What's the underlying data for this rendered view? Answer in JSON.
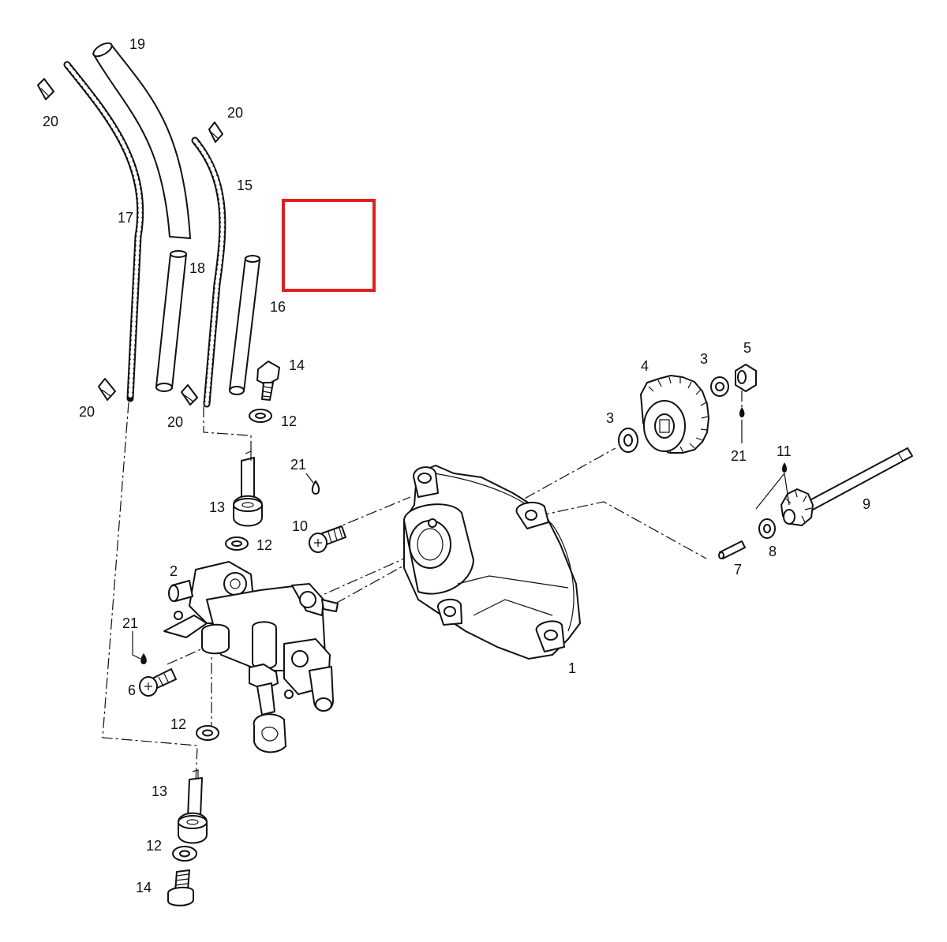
{
  "diagram": {
    "parts": [
      {
        "key": "p1",
        "number": "1"
      },
      {
        "key": "p2",
        "number": "2"
      },
      {
        "key": "p3a",
        "number": "3"
      },
      {
        "key": "p3b",
        "number": "3"
      },
      {
        "key": "p4",
        "number": "4"
      },
      {
        "key": "p5",
        "number": "5"
      },
      {
        "key": "p6",
        "number": "6"
      },
      {
        "key": "p7",
        "number": "7"
      },
      {
        "key": "p8",
        "number": "8"
      },
      {
        "key": "p9",
        "number": "9"
      },
      {
        "key": "p10",
        "number": "10"
      },
      {
        "key": "p11",
        "number": "11"
      },
      {
        "key": "p12a",
        "number": "12"
      },
      {
        "key": "p12b",
        "number": "12"
      },
      {
        "key": "p12c",
        "number": "12"
      },
      {
        "key": "p12d",
        "number": "12"
      },
      {
        "key": "p13a",
        "number": "13"
      },
      {
        "key": "p13b",
        "number": "13"
      },
      {
        "key": "p14a",
        "number": "14"
      },
      {
        "key": "p14b",
        "number": "14"
      },
      {
        "key": "p15",
        "number": "15"
      },
      {
        "key": "p16",
        "number": "16"
      },
      {
        "key": "p17",
        "number": "17"
      },
      {
        "key": "p18",
        "number": "18"
      },
      {
        "key": "p19",
        "number": "19"
      },
      {
        "key": "p20a",
        "number": "20"
      },
      {
        "key": "p20b",
        "number": "20"
      },
      {
        "key": "p20c",
        "number": "20"
      },
      {
        "key": "p20d",
        "number": "20"
      },
      {
        "key": "p21a",
        "number": "21"
      },
      {
        "key": "p21b",
        "number": "21"
      },
      {
        "key": "p21c",
        "number": "21"
      }
    ],
    "highlight": {
      "color": "#e02020"
    },
    "line_color": "#111111"
  }
}
